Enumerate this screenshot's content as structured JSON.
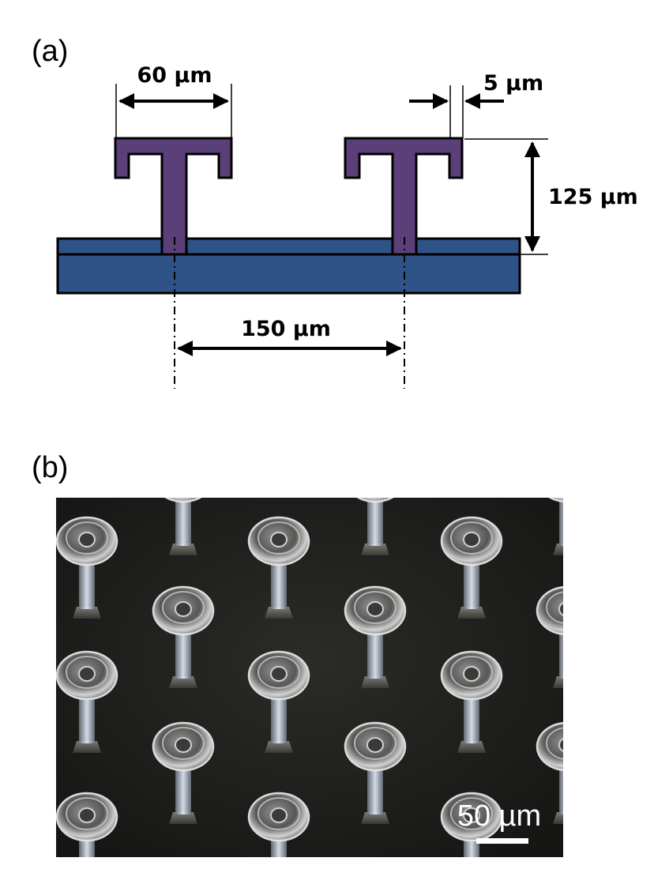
{
  "panel_a": {
    "label": "(a)",
    "dimensions": {
      "cap_width": "60 µm",
      "lip_width": "5 µm",
      "height": "125 µm",
      "pitch": "150 µm"
    }
  },
  "panel_b": {
    "label": "(b)",
    "scale_bar": "50 µm"
  },
  "colors": {
    "pillar": "#5b3f78",
    "substrate": "#2f5287",
    "outline": "#000000",
    "photo_bg": "#1e1e1c",
    "scale_bar": "#ffffff"
  }
}
